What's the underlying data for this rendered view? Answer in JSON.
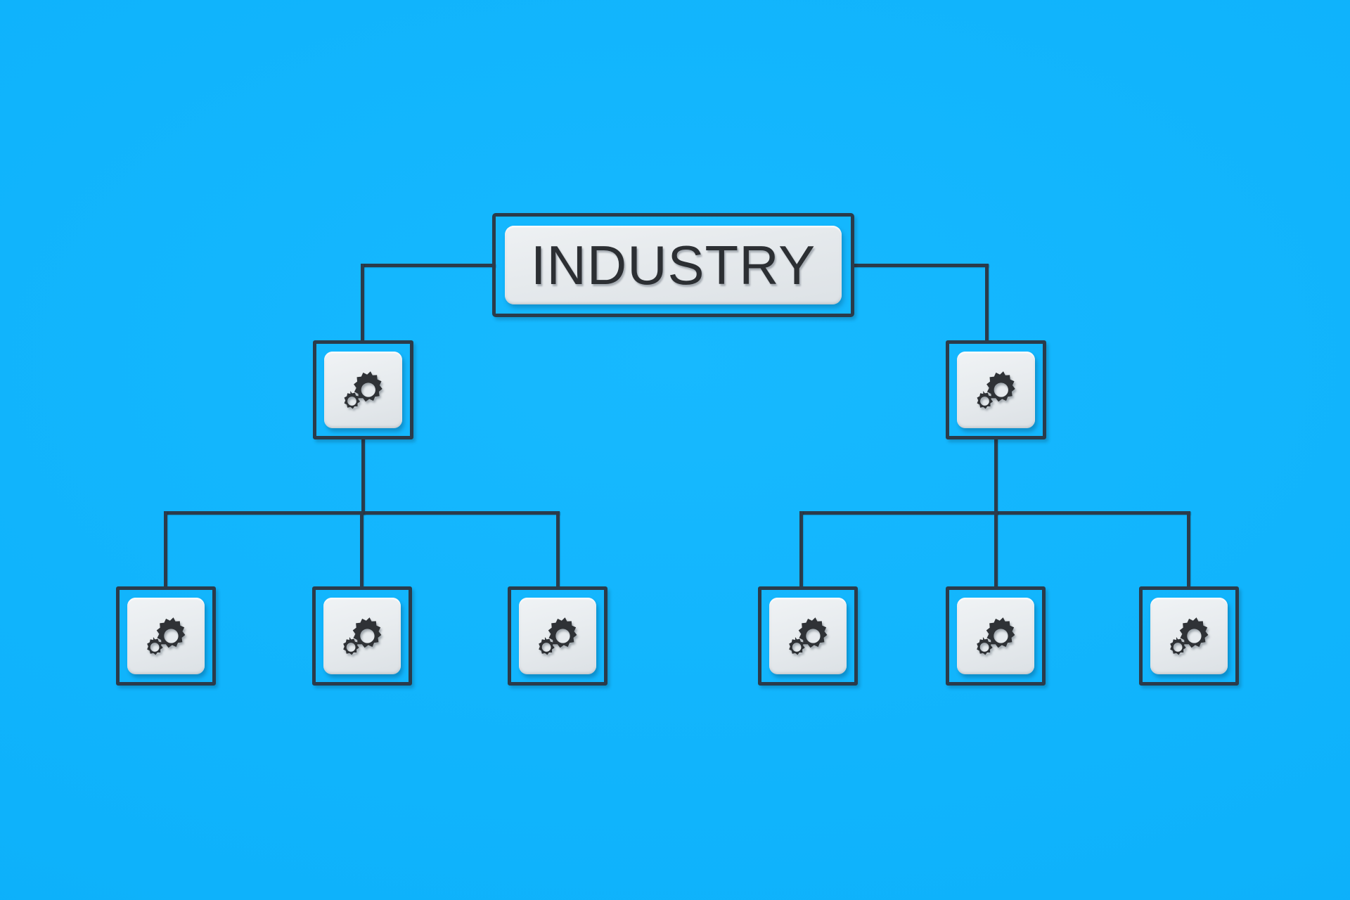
{
  "diagram": {
    "kind": "organization-hierarchy-chart",
    "title": "INDUSTRY",
    "background_color": "#0fb4fb",
    "line_color": "#2b3b4a",
    "plate_color": "#e8ecef",
    "icon_color": "#2f3236",
    "root": {
      "label": "INDUSTRY",
      "type": "title-box"
    },
    "levels": [
      {
        "level": 2,
        "node_count": 2,
        "nodes": [
          {
            "id": "branch-left",
            "icon": "gears-icon",
            "label": ""
          },
          {
            "id": "branch-right",
            "icon": "gears-icon",
            "label": ""
          }
        ]
      },
      {
        "level": 3,
        "node_count": 6,
        "nodes": [
          {
            "id": "leaf-1",
            "icon": "gears-icon",
            "label": ""
          },
          {
            "id": "leaf-2",
            "icon": "gears-icon",
            "label": ""
          },
          {
            "id": "leaf-3",
            "icon": "gears-icon",
            "label": ""
          },
          {
            "id": "leaf-4",
            "icon": "gears-icon",
            "label": ""
          },
          {
            "id": "leaf-5",
            "icon": "gears-icon",
            "label": ""
          },
          {
            "id": "leaf-6",
            "icon": "gears-icon",
            "label": ""
          }
        ]
      }
    ]
  }
}
